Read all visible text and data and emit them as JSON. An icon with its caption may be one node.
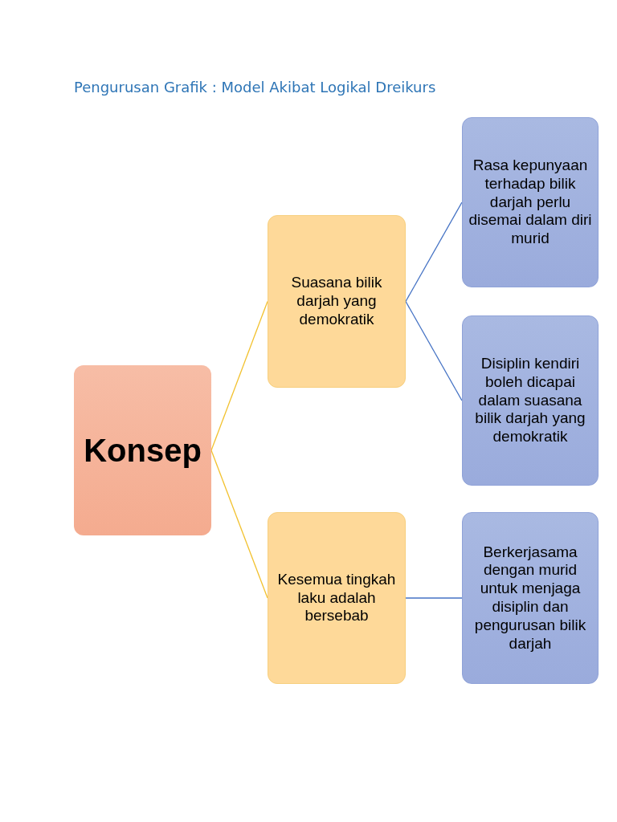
{
  "diagram": {
    "title": "Pengurusan Grafik : Model Akibat Logikal Dreikurs",
    "nodes": [
      {
        "text": [
          "Konsep"
        ]
      },
      {
        "text": [
          "Suasana bilik darjah  yang demokratik"
        ]
      },
      {
        "text": [
          "Kesemua tingkah laku adalah bersebab"
        ]
      },
      {
        "text": [
          "Rasa kepunyaan terhadap bilik darjah perlu disemai dalam diri murid"
        ]
      },
      {
        "text": [
          "Disiplin kendiri boleh dicapai dalam suasana bilik darjah yang demokratik"
        ]
      },
      {
        "text": [
          "Berkerjasama dengan murid untuk menjaga disiplin dan pengurusan bilik darjah"
        ]
      }
    ],
    "edges": [
      {
        "from": 0,
        "to": 1,
        "arrow": "none",
        "color": "#f2c12e"
      },
      {
        "from": 0,
        "to": 2,
        "arrow": "none",
        "color": "#f2c12e"
      },
      {
        "from": 1,
        "to": 3,
        "arrow": "none"
      },
      {
        "from": 1,
        "to": 4,
        "arrow": "none"
      },
      {
        "from": 2,
        "to": 5,
        "arrow": "none"
      }
    ]
  }
}
